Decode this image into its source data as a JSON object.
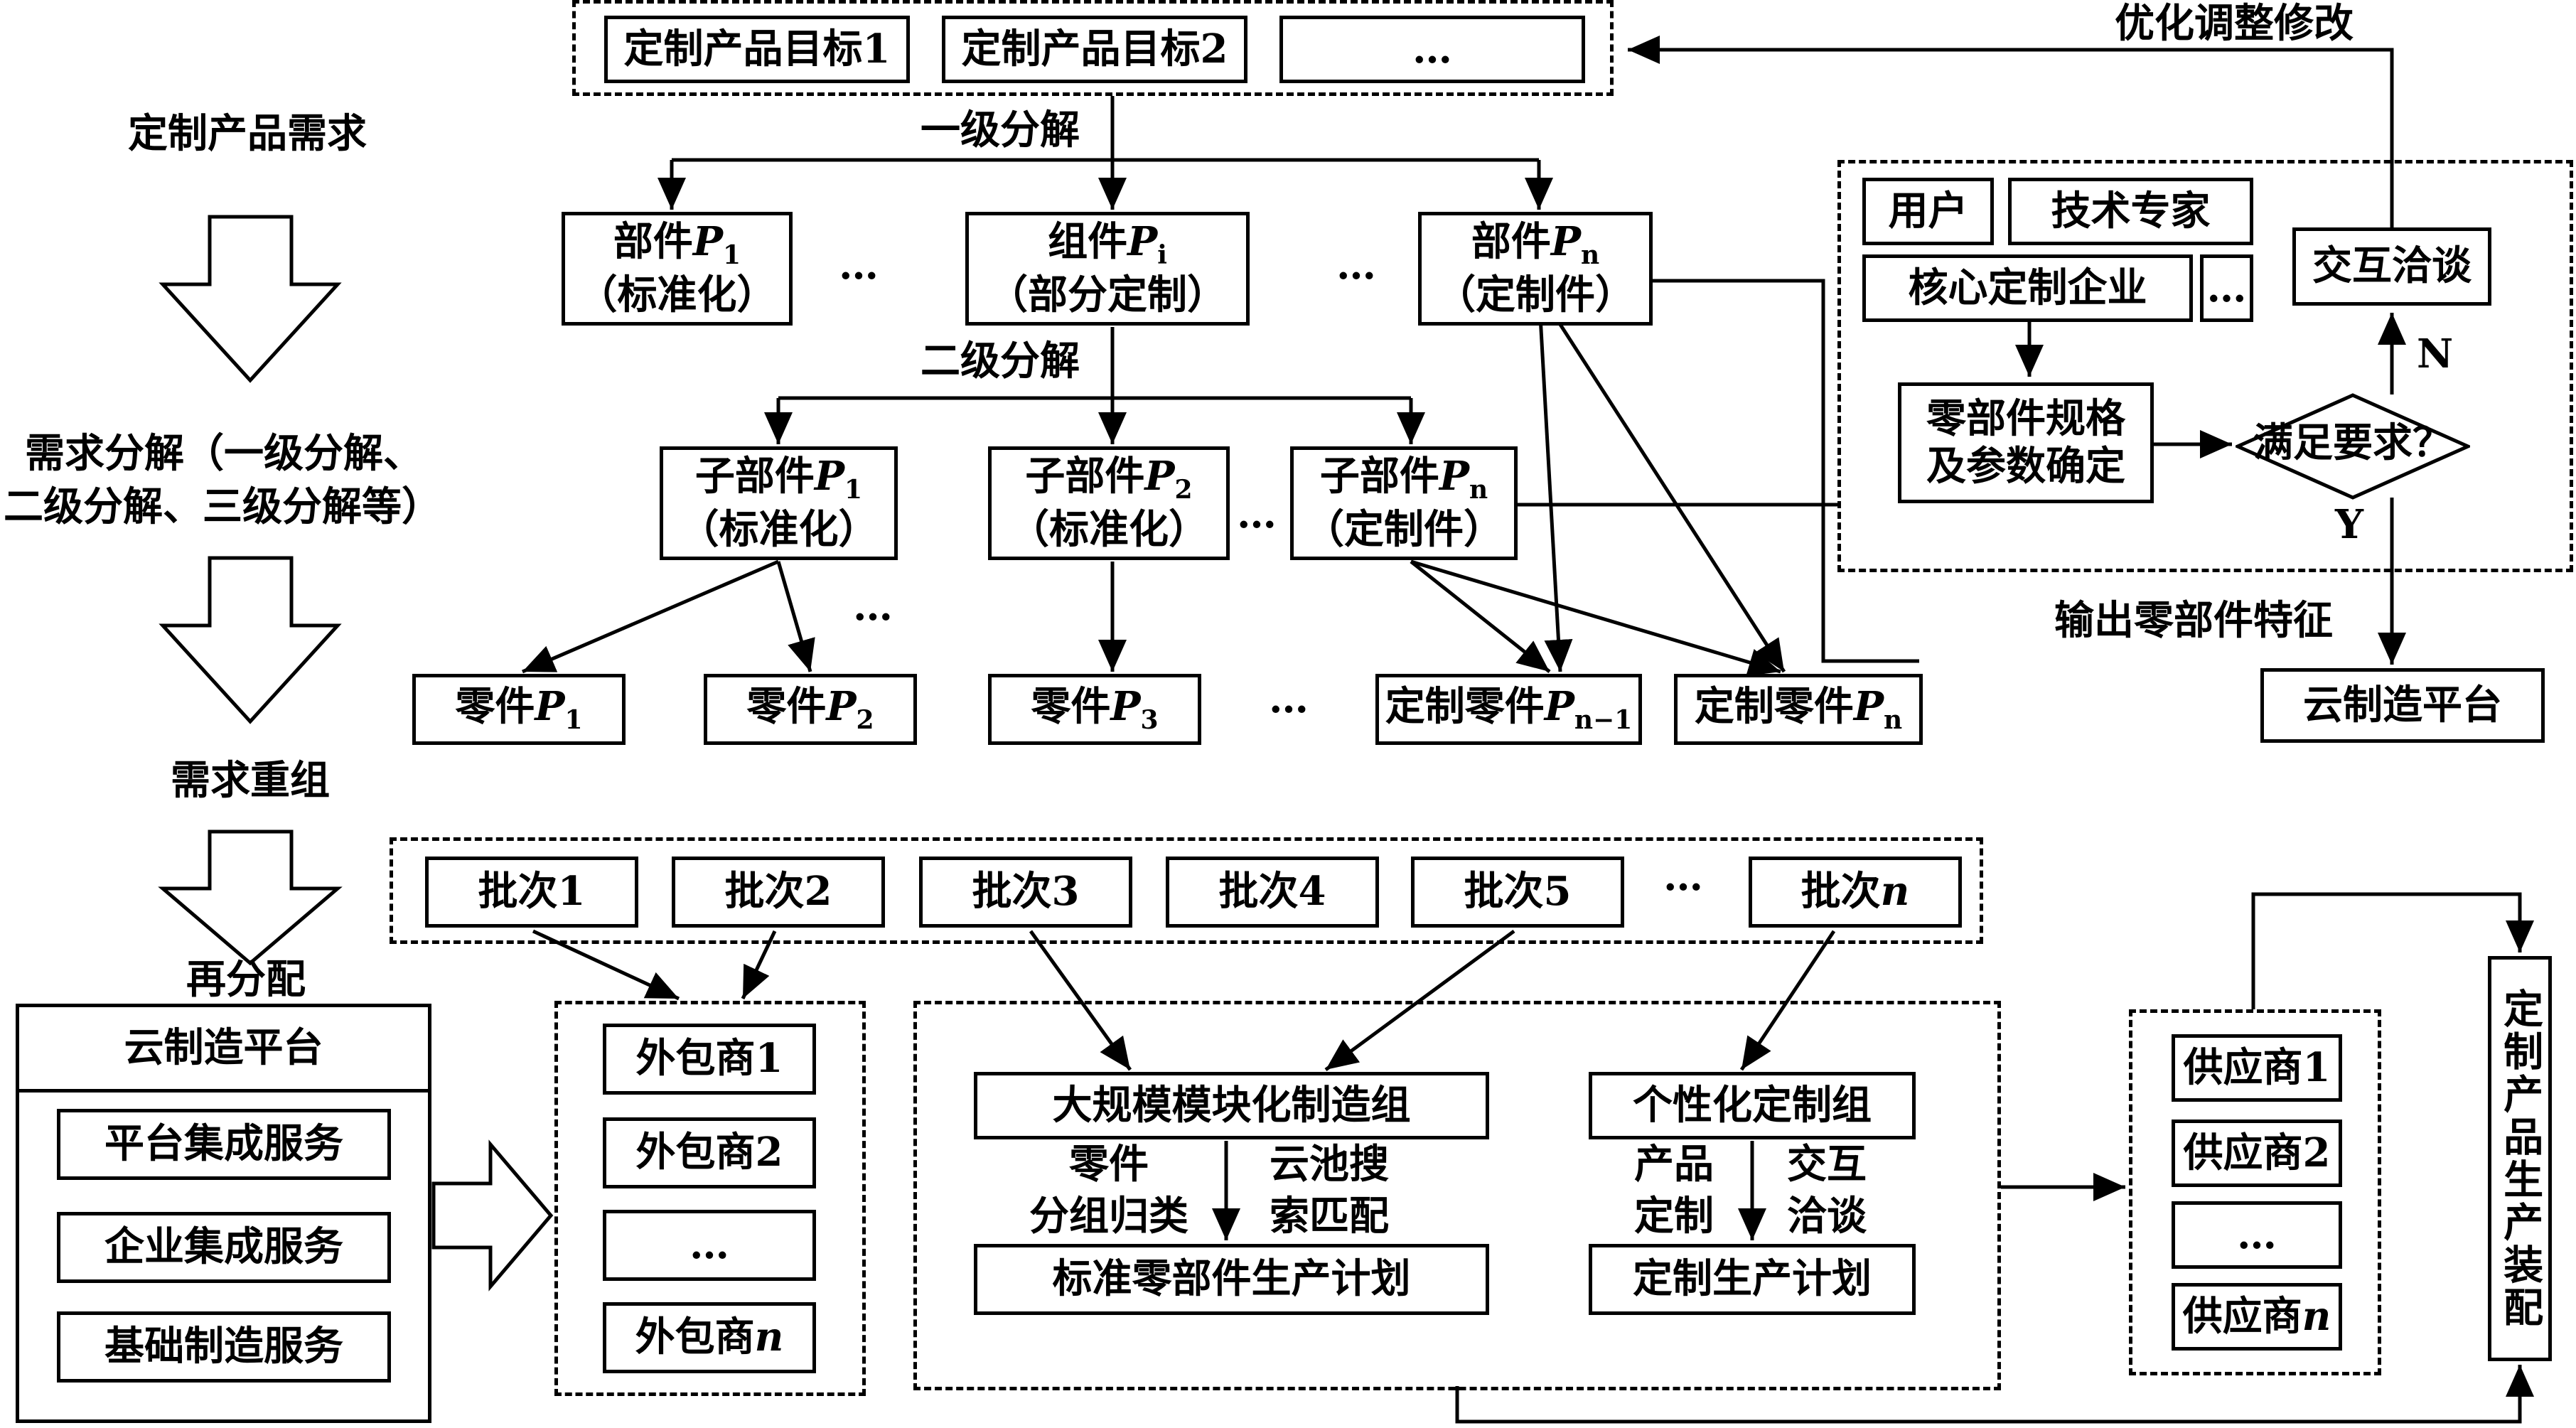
{
  "stages": {
    "demand": "定制产品需求",
    "decompose_line1": "需求分解（一级分解、",
    "decompose_line2": "二级分解、三级分解等）",
    "recombine": "需求重组",
    "redistribute": "再分配"
  },
  "goals": [
    "定制产品目标1",
    "定制产品目标2",
    "…"
  ],
  "labels": {
    "level1": "一级分解",
    "level2": "二级分解",
    "optimize": "优化调整修改",
    "output_features": "输出零部件特征",
    "no": "N",
    "yes": "Y",
    "ellipsis": "…"
  },
  "level1_nodes": [
    {
      "main": "部件",
      "sym": "P",
      "sub": "1",
      "note": "（标准化）"
    },
    {
      "main": "组件",
      "sym": "P",
      "sub": "i",
      "note": "（部分定制）"
    },
    {
      "main": "部件",
      "sym": "P",
      "sub": "n",
      "note": "（定制件）"
    }
  ],
  "level2_nodes": [
    {
      "main": "子部件",
      "sym": "P",
      "sub": "1",
      "note": "（标准化）"
    },
    {
      "main": "子部件",
      "sym": "P",
      "sub": "2",
      "note": "（标准化）"
    },
    {
      "main": "子部件",
      "sym": "P",
      "sub": "n",
      "note": "（定制件）"
    }
  ],
  "parts": [
    {
      "main": "零件",
      "sym": "P",
      "sub": "1"
    },
    {
      "main": "零件",
      "sym": "P",
      "sub": "2"
    },
    {
      "main": "零件",
      "sym": "P",
      "sub": "3"
    },
    {
      "main": "定制零件",
      "sym": "P",
      "sub": "n−1"
    },
    {
      "main": "定制零件",
      "sym": "P",
      "sub": "n"
    }
  ],
  "negotiation": {
    "user": "用户",
    "expert": "技术专家",
    "core": "核心定制企业",
    "more": "…",
    "spec_line1": "零部件规格",
    "spec_line2": "及参数确定",
    "decision": "满足要求？",
    "interact": "交互洽谈",
    "cloud": "云制造平台"
  },
  "batches": [
    "批次1",
    "批次2",
    "批次3",
    "批次4",
    "批次5",
    "…",
    "批次"
  ],
  "batch_last_sym": "n",
  "platform": {
    "title": "云制造平台",
    "services": [
      "平台集成服务",
      "企业集成服务",
      "基础制造服务"
    ]
  },
  "outsourcers": [
    "外包商1",
    "外包商2",
    "…",
    "外包商"
  ],
  "outsourcer_last_sym": "n",
  "mass": {
    "title": "大规模模块化制造组",
    "left_line1": "零件",
    "left_line2": "分组归类",
    "right_line1": "云池搜",
    "right_line2": "索匹配",
    "plan": "标准零部件生产计划"
  },
  "personal": {
    "title": "个性化定制组",
    "left_line1": "产品",
    "left_line2": "定制",
    "right_line1": "交互",
    "right_line2": "洽谈",
    "plan": "定制生产计划"
  },
  "suppliers": [
    "供应商1",
    "供应商2",
    "…",
    "供应商"
  ],
  "supplier_last_sym": "n",
  "assembly": "定制产品生产装配"
}
